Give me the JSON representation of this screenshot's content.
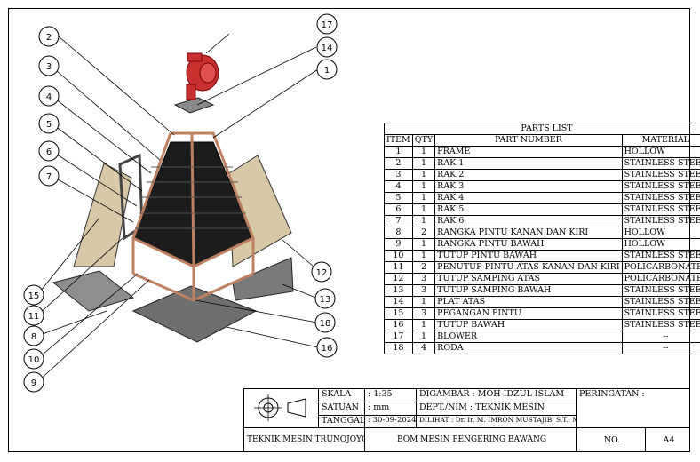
{
  "balloons": [
    "17",
    "2",
    "14",
    "3",
    "1",
    "4",
    "5",
    "6",
    "7",
    "12",
    "15",
    "13",
    "11",
    "8",
    "18",
    "10",
    "16",
    "9"
  ],
  "parts_list": {
    "title": "PARTS LIST",
    "headers": {
      "item": "ITEM",
      "qty": "QTY",
      "part": "PART NUMBER",
      "material": "MATERIAL"
    },
    "rows": [
      {
        "item": "1",
        "qty": "1",
        "part": "FRAME",
        "material": "HOLLOW"
      },
      {
        "item": "2",
        "qty": "1",
        "part": "RAK 1",
        "material": "STAINLESS STEEL"
      },
      {
        "item": "3",
        "qty": "1",
        "part": "RAK 2",
        "material": "STAINLESS STEEL"
      },
      {
        "item": "4",
        "qty": "1",
        "part": "RAK 3",
        "material": "STAINLESS STEEL"
      },
      {
        "item": "5",
        "qty": "1",
        "part": "RAK 4",
        "material": "STAINLESS STEEL"
      },
      {
        "item": "6",
        "qty": "1",
        "part": "RAK 5",
        "material": "STAINLESS STEEL"
      },
      {
        "item": "7",
        "qty": "1",
        "part": "RAK 6",
        "material": "STAINLESS STEEL"
      },
      {
        "item": "8",
        "qty": "2",
        "part": "RANGKA PINTU KANAN DAN KIRI",
        "material": "HOLLOW"
      },
      {
        "item": "9",
        "qty": "1",
        "part": "RANGKA PINTU BAWAH",
        "material": "HOLLOW"
      },
      {
        "item": "10",
        "qty": "1",
        "part": "TUTUP PINTU BAWAH",
        "material": "STAINLESS STEEL"
      },
      {
        "item": "11",
        "qty": "2",
        "part": "PENUTUP PINTU ATAS KANAN DAN KIRI",
        "material": "POLICARBONATE"
      },
      {
        "item": "12",
        "qty": "3",
        "part": "TUTUP SAMPING ATAS",
        "material": "POLICARBONATE"
      },
      {
        "item": "13",
        "qty": "3",
        "part": "TUTUP SAMPING BAWAH",
        "material": "STAINLESS STEEL"
      },
      {
        "item": "14",
        "qty": "1",
        "part": "PLAT ATAS",
        "material": "STAINLESS STEEL"
      },
      {
        "item": "15",
        "qty": "3",
        "part": "PEGANGAN PINTU",
        "material": "STAINLESS STEEL"
      },
      {
        "item": "16",
        "qty": "1",
        "part": "TUTUP BAWAH",
        "material": "STAINLESS STEEL"
      },
      {
        "item": "17",
        "qty": "1",
        "part": "BLOWER",
        "material": "--"
      },
      {
        "item": "18",
        "qty": "4",
        "part": "RODA",
        "material": "--"
      }
    ]
  },
  "title_block": {
    "skala_label": "SKALA",
    "skala_sep": ":",
    "skala_value": "1:35",
    "satuan_label": "SATUAN",
    "satuan_sep": ":",
    "satuan_value": "mm",
    "tanggal_label": "TANGGAL",
    "tanggal_sep": ":",
    "tanggal_value": "30-09-2024",
    "digambar": "DIGAMBAR : MOH IDZUL ISLAM",
    "dept": "DEPT./NIM   : TEKNIK MESIN",
    "dilihat": "DILIHAT : Dr. Ir. M. IMRON MUSTAJIB, S.T., M.T.",
    "peringatan": "PERINGATAN :",
    "institution": "TEKNIK MESIN TRUNOJOYO",
    "drawing_title": "BOM MESIN PENGERING BAWANG",
    "no_label": "NO.",
    "sheet_size": "A4"
  }
}
